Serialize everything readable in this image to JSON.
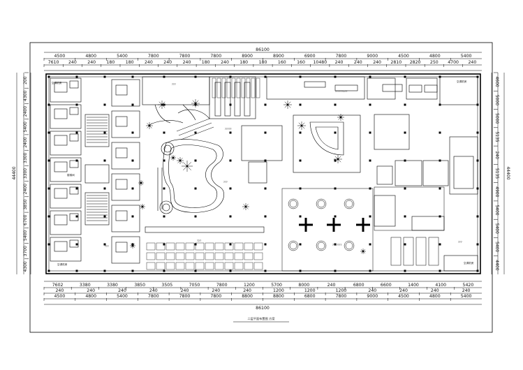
{
  "drawing": {
    "title": "二层平面布置图 方案",
    "overall_top": "86100",
    "overall_bottom": "86100",
    "overall_left": "44400",
    "overall_right": "44400"
  },
  "dimensions": {
    "top_row1": [
      "4500",
      "4800",
      "5400",
      "7800",
      "7800",
      "7800",
      "8900",
      "8900",
      "6900",
      "7800",
      "9000",
      "4500",
      "4800",
      "5400"
    ],
    "top_row2": [
      "7610",
      "240",
      "240",
      "180",
      "180",
      "240",
      "240",
      "240",
      "180",
      "240",
      "180",
      "180",
      "160",
      "160",
      "10480",
      "240",
      "240",
      "240",
      "2810",
      "2820",
      "250",
      "4700",
      "240"
    ],
    "bottom_row1": [
      "7602",
      "3380",
      "3380",
      "3850",
      "3505",
      "7050",
      "7800",
      "1200",
      "5700",
      "8000",
      "240",
      "6800",
      "6600",
      "1400",
      "4100",
      "5420"
    ],
    "bottom_row2": [
      "4500",
      "4800",
      "5400",
      "7800",
      "7800",
      "7800",
      "8800",
      "8800",
      "6800",
      "7800",
      "9000",
      "4500",
      "4800",
      "5400"
    ],
    "bottom_row3": [
      "240",
      "240",
      "240",
      "240",
      "240",
      "240",
      "240",
      "1200",
      "1200",
      "1200",
      "240",
      "240",
      "240",
      "240"
    ],
    "left_col": [
      "200",
      "4300",
      "2400",
      "5400",
      "2400",
      "3300",
      "3300",
      "2400",
      "3850",
      "6700",
      "5400",
      "3700",
      "4300"
    ],
    "right_col": [
      "4600",
      "5000",
      "5000",
      "5135",
      "240",
      "5135",
      "4900",
      "5400",
      "5400",
      "5400",
      "4400"
    ]
  },
  "room_labels": {
    "upper_left_office": "空调机房",
    "stair_upper_right": "空调机房",
    "lower_left_office": "空调机房",
    "lower_right_office": "空调机房",
    "left_corridor": "楼梯间",
    "center_text_a": "???",
    "center_text_b": "???",
    "bar_label": "?2?",
    "lift_lobby": "???",
    "bottom_mid_label": "???",
    "right_top_label": "??????1??",
    "right_mid_label": "???????",
    "plaza_label": "?????"
  }
}
